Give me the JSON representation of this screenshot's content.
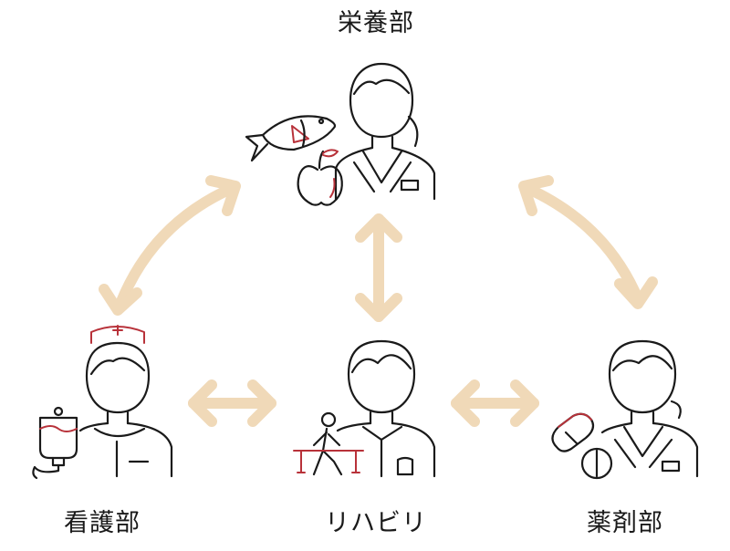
{
  "nodes": {
    "nutrition": {
      "label": "栄養部",
      "icon": "dietitian-with-fish-and-apple-icon"
    },
    "nursing": {
      "label": "看護部",
      "icon": "nurse-with-iv-drip-icon"
    },
    "rehab": {
      "label": "リハビリ",
      "icon": "therapist-with-walking-patient-icon"
    },
    "pharmacy": {
      "label": "薬剤部",
      "icon": "pharmacist-with-pills-icon"
    }
  },
  "connections": [
    {
      "from": "nutrition",
      "to": "nursing",
      "type": "bidirectional"
    },
    {
      "from": "nutrition",
      "to": "rehab",
      "type": "bidirectional"
    },
    {
      "from": "nutrition",
      "to": "pharmacy",
      "type": "bidirectional"
    },
    {
      "from": "nursing",
      "to": "rehab",
      "type": "bidirectional"
    },
    {
      "from": "rehab",
      "to": "pharmacy",
      "type": "bidirectional"
    }
  ],
  "colors": {
    "line": "#1a1a1a",
    "accent": "#b8323a",
    "arrow": "#f0d9b8"
  }
}
